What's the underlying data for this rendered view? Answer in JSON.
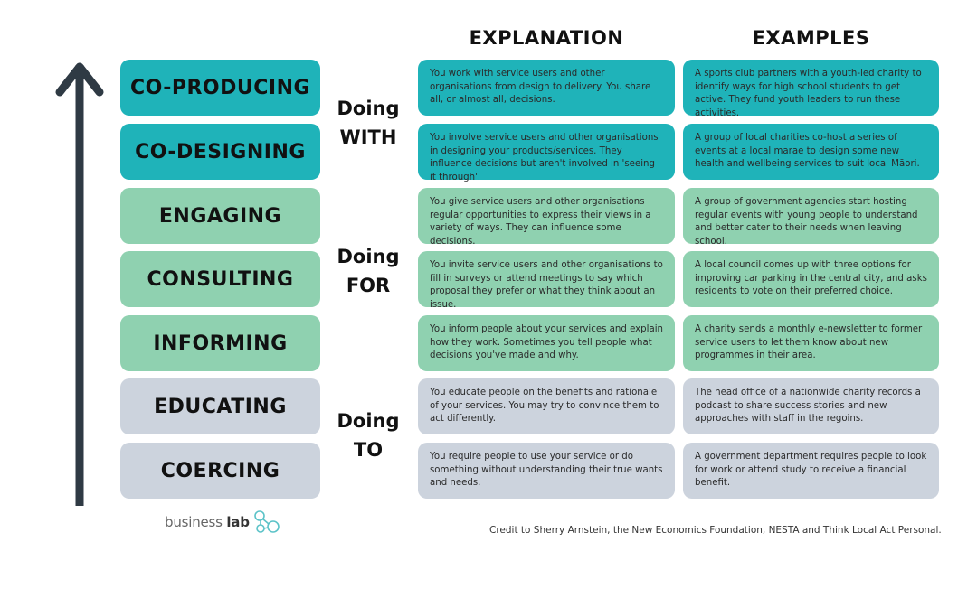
{
  "headers": {
    "explanation": "EXPLANATION",
    "examples": "EXAMPLES"
  },
  "colors": {
    "teal": "#1fb3b9",
    "green": "#8fd1b0",
    "grey": "#ccd3dd",
    "arrow": "#2f3a44"
  },
  "groups": [
    {
      "line1": "Doing",
      "line2": "WITH"
    },
    {
      "line1": "Doing",
      "line2": "FOR"
    },
    {
      "line1": "Doing",
      "line2": "TO"
    }
  ],
  "levels": [
    {
      "label": "CO-PRODUCING",
      "explanation": "You work with service users and other organisations from design to delivery. You share all, or almost all, decisions.",
      "example": "A sports club partners with a youth-led charity to identify ways for high school students to get active. They fund youth leaders to run these activities."
    },
    {
      "label": "CO-DESIGNING",
      "explanation": "You involve service users and other organisations in designing your products/services. They influence decisions but aren't involved in 'seeing it through'.",
      "example": "A group of local charities co-host a series of events at a local marae to design some new health and wellbeing services to suit local Māori."
    },
    {
      "label": "ENGAGING",
      "explanation": "You give service users and other organisations regular opportunities to express their views in a variety of ways. They can influence some decisions.",
      "example": "A group of government agencies start hosting regular events with young people to understand and better cater to their needs when leaving school."
    },
    {
      "label": "CONSULTING",
      "explanation": "You invite service users and other organisations to fill in surveys or attend meetings to say which proposal they prefer or what they think about an issue.",
      "example": "A local council comes up with three options for improving car parking in the central city, and asks residents to vote on their preferred choice."
    },
    {
      "label": "INFORMING",
      "explanation": "You inform people about your services and explain how they work. Sometimes you tell people what decisions you've made and why.",
      "example": "A charity sends a monthly e-newsletter to former service users to let them know about new programmes in their area."
    },
    {
      "label": "EDUCATING",
      "explanation": "You educate people on the benefits and rationale of your services. You may try to convince them to act differently.",
      "example": "The head office of a nationwide charity records a podcast to share success stories and new approaches with staff in the regoins."
    },
    {
      "label": "COERCING",
      "explanation": "You require people to use your service or do something without understanding their true wants and needs.",
      "example": "A government department requires people to look for work or attend study to receive a financial benefit."
    }
  ],
  "logo": {
    "word1": "business",
    "word2": "lab"
  },
  "credit": "Credit to Sherry Arnstein, the New Economics Foundation, NESTA and Think Local Act Personal."
}
